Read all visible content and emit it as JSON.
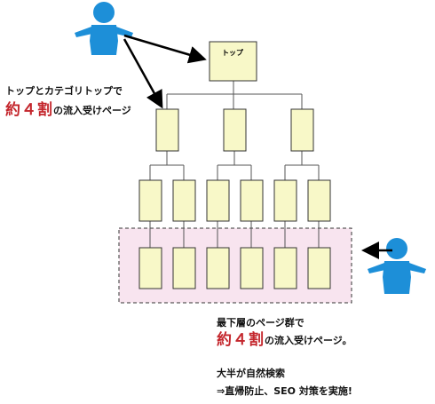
{
  "pages": {
    "top_label": "トップ"
  },
  "annotations": {
    "top_entry": {
      "line1": "トップとカテゴリトップで",
      "highlight": "約４割",
      "rest": "の流入受けページ"
    },
    "bottom_entry": {
      "line1": "最下層のページ群で",
      "highlight": "約４割",
      "rest": "の流入受けページ。"
    },
    "search_note": {
      "line1": "大半が自然検索",
      "line2": "⇒直帰防止、SEO 対策を実施!"
    }
  },
  "colors": {
    "page_fill": "#f8f8c8",
    "highlight_zone": "#f8e4ef",
    "person": "#1d8fd8",
    "accent_text": "#c4272d"
  },
  "icons": {
    "visitor_top": "person-icon",
    "visitor_bottom": "person-icon"
  }
}
